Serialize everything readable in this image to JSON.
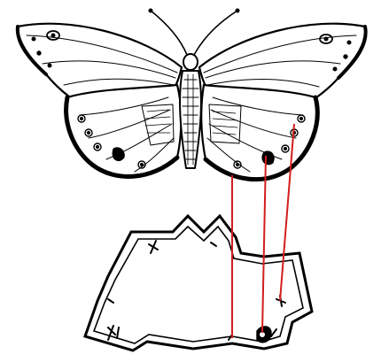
{
  "figure": {
    "subject_top": "butterfly",
    "subject_bottom": "fortification-plan",
    "line_color": "#000000",
    "connector_color": "#d21e1e",
    "background": "#ffffff",
    "connector_count": 3,
    "icons": [
      "butterfly-drawing",
      "fort-outline",
      "map-symbol"
    ]
  }
}
